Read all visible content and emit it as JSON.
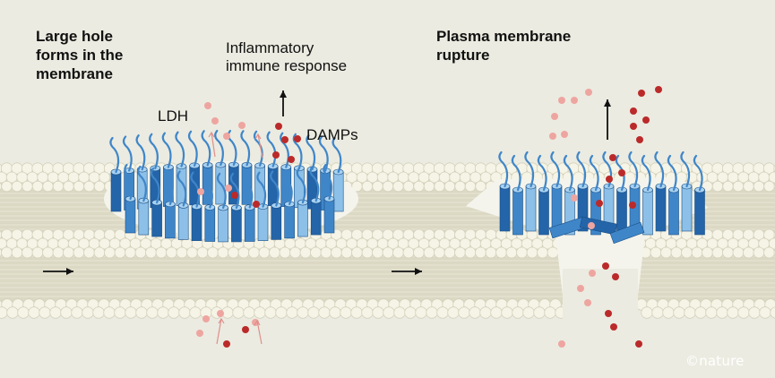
{
  "labels": {
    "left_title_line1": "Large hole",
    "left_title_line2": "forms in the",
    "left_title_line3": "membrane",
    "right_title_line1": "Plasma membrane",
    "right_title_line2": "rupture",
    "response_line1": "Inflammatory",
    "response_line2": "immune response",
    "ldh": "LDH",
    "damps": "DAMPs",
    "credit": "©nature"
  },
  "colors": {
    "background": "#ebebe1",
    "membrane_bead": "#f6f4e6",
    "membrane_bead_outline": "#d3d1bc",
    "membrane_tail": "#dbd8c4",
    "protein_dark": "#2464a8",
    "protein_mid": "#3f86c9",
    "protein_light": "#8cc0e8",
    "ldh_particle": "#eea5a0",
    "damp_particle": "#bb2a2a",
    "arrow": "#111111"
  },
  "icons": [
    "flow-arrow-icon",
    "up-arrow-icon",
    "ldh-particle-icon",
    "damp-particle-icon"
  ]
}
